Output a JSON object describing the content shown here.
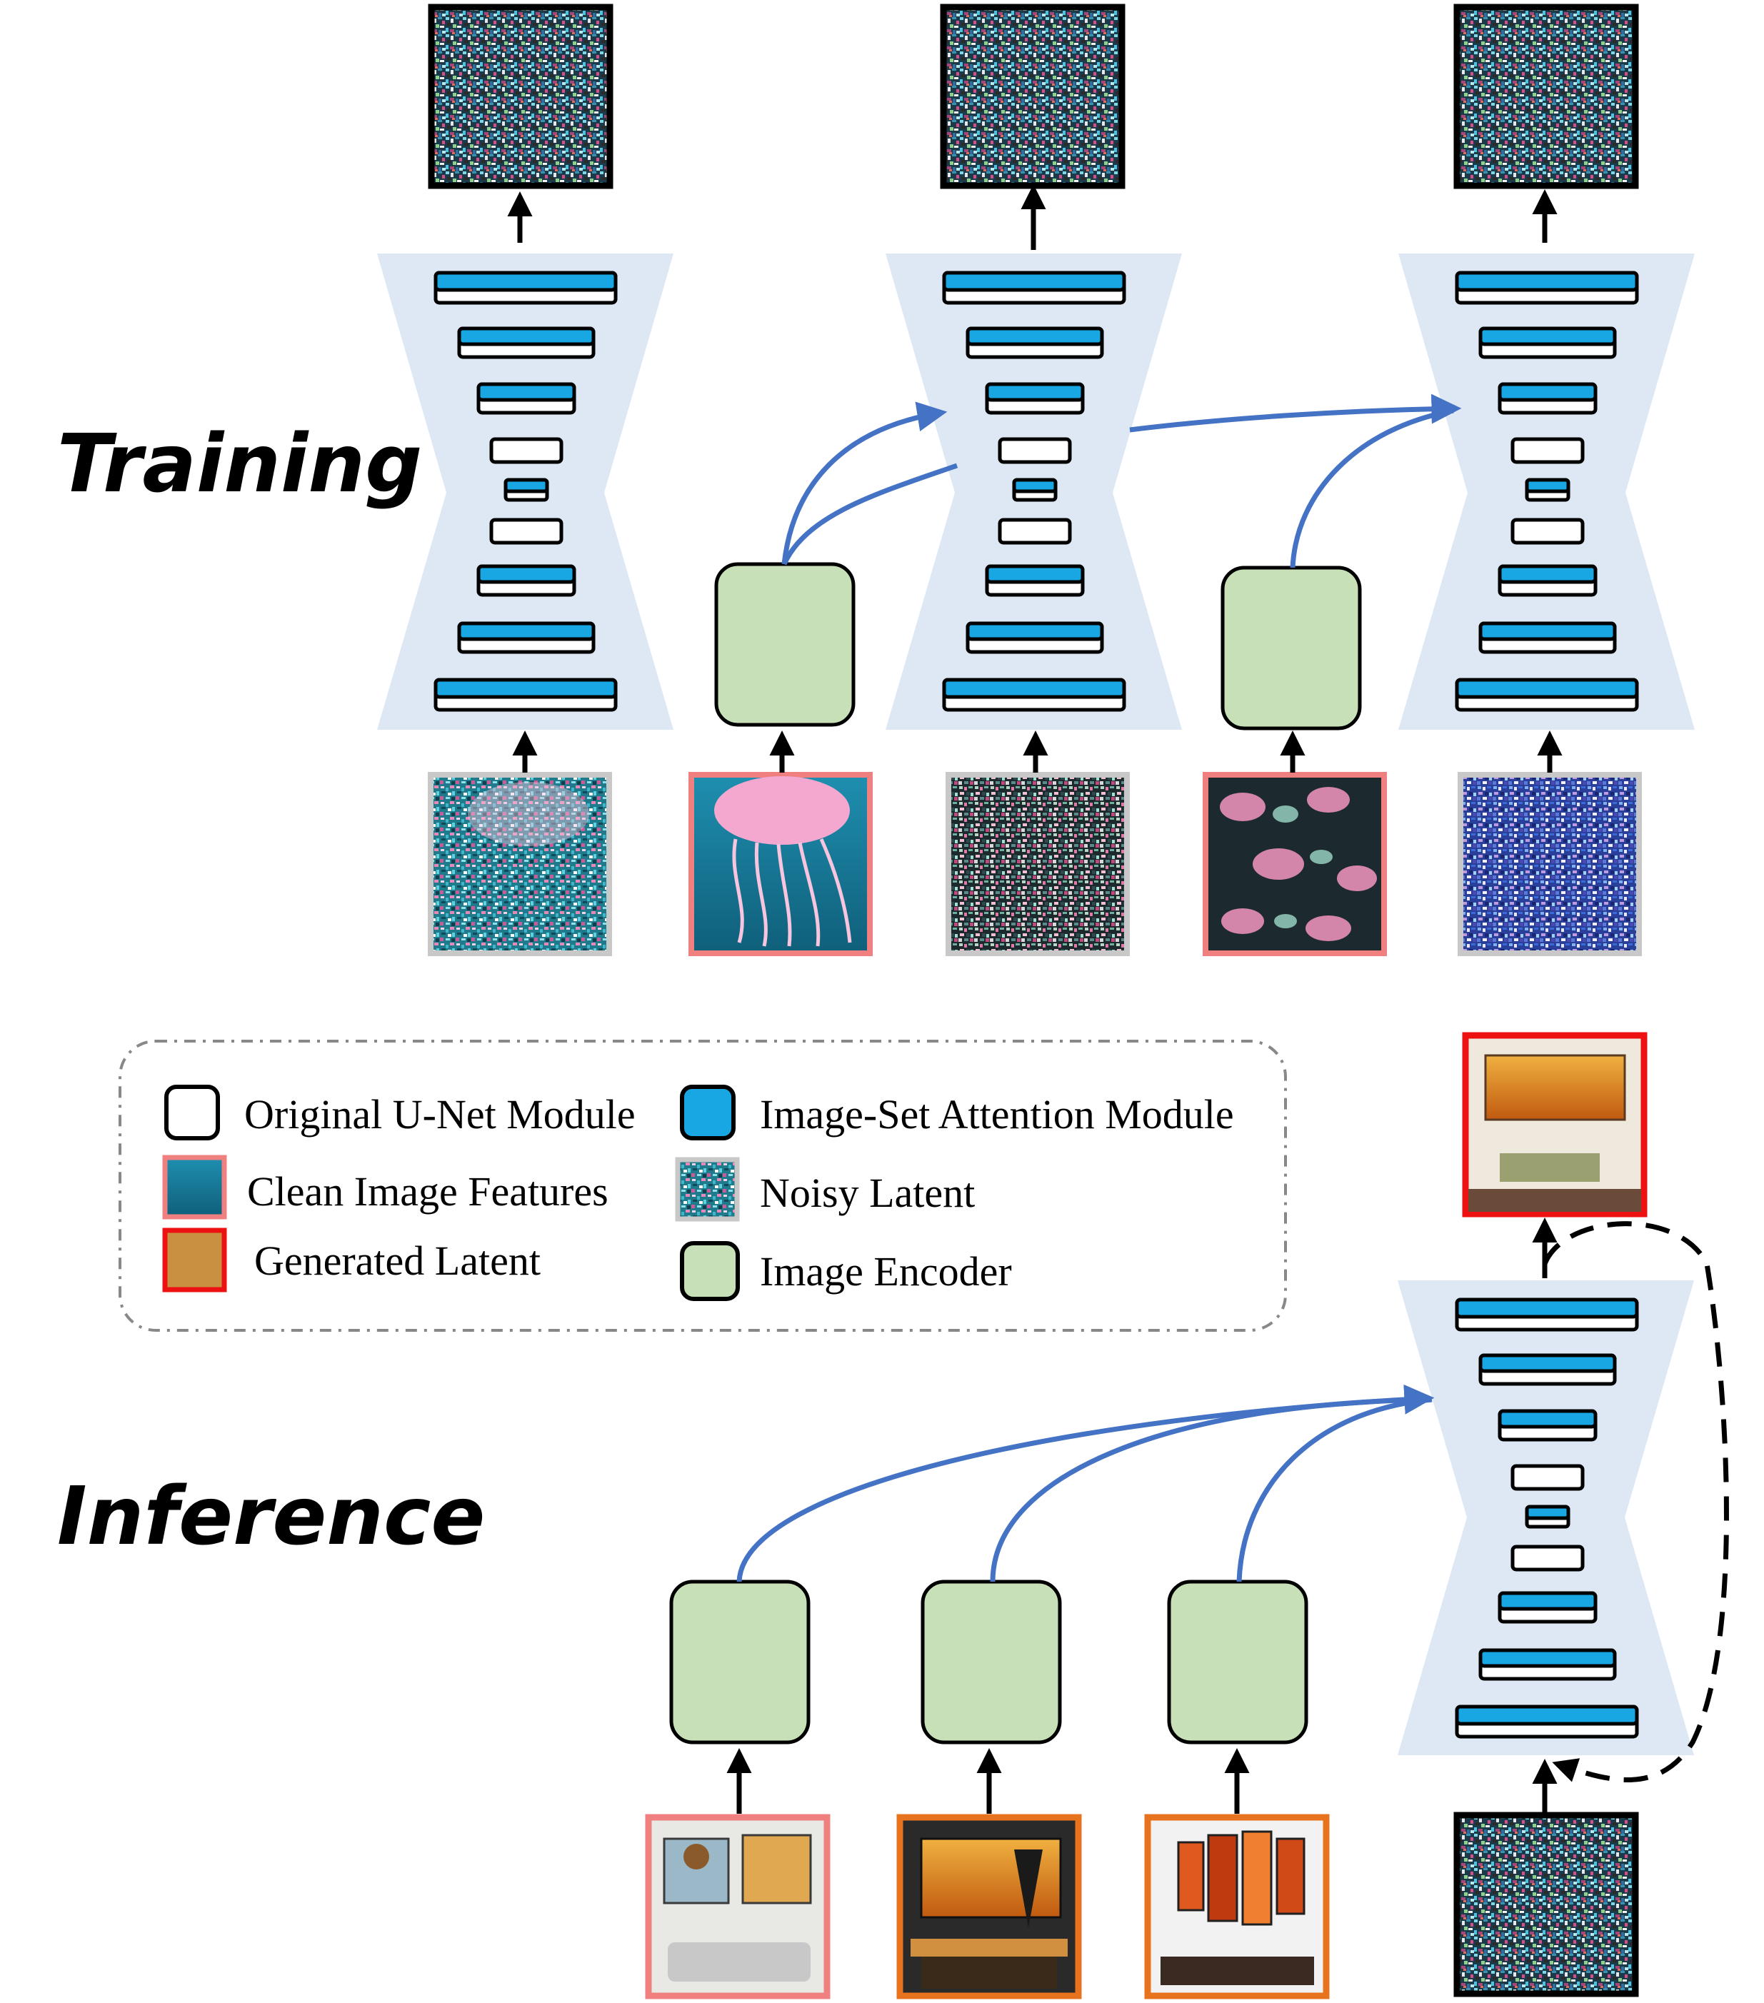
{
  "sections": {
    "training": "Training",
    "inference": "Inference"
  },
  "legend": {
    "original_unet_module": "Original U-Net Module",
    "image_set_attention_module": "Image-Set Attention Module",
    "clean_image_features": "Clean Image Features",
    "noisy_latent": "Noisy Latent",
    "generated_latent": "Generated Latent",
    "image_encoder": "Image Encoder"
  },
  "colors": {
    "unet_body": "#dde8f4",
    "attention_blue": "#19a7e3",
    "encoder_green": "#c8e0b8",
    "flow_arrow_blue": "#4472c4",
    "clean_border": "#f08080",
    "noisy_border": "#c8c8c8",
    "generated_border": "#ee1111",
    "ref_border_orange": "#e8731e"
  },
  "icons": {
    "training_jellyfish_noisy": "noisy-jellyfish-image",
    "training_jellyfish_clean": "clean-jellyfish-image",
    "training_jellyfish_pattern": "jellyfish-pattern-image",
    "inference_references": "living-room-wall-art-images",
    "inference_output": "generated-living-room-image"
  }
}
